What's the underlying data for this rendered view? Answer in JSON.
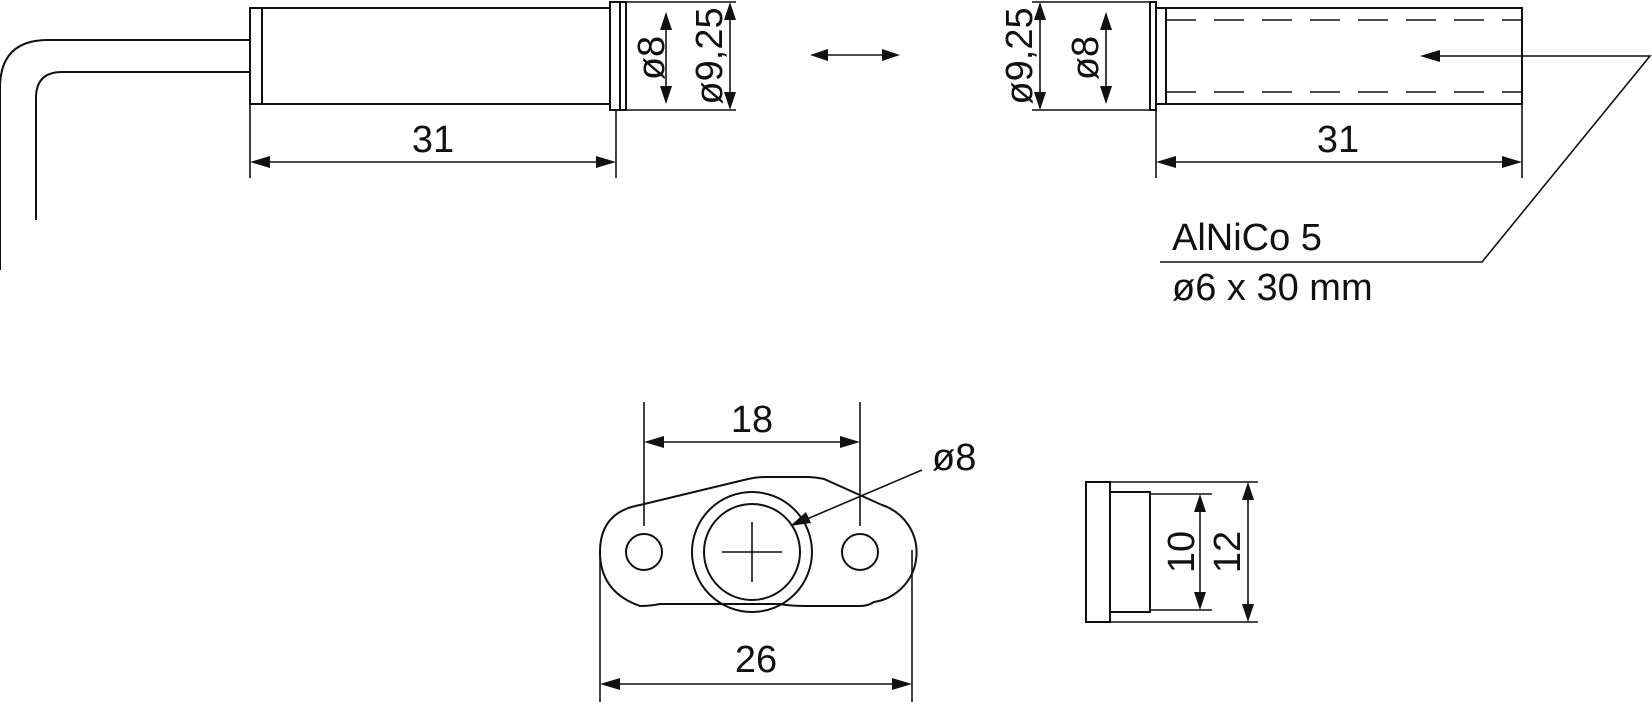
{
  "sensor": {
    "length_label": "31",
    "inner_diameter_label": "ø8",
    "outer_diameter_label": "ø9,25"
  },
  "magnet_holder": {
    "length_label": "31",
    "inner_diameter_label": "ø8",
    "outer_diameter_label": "ø9,25"
  },
  "magnet_note": {
    "material": "AlNiCo 5",
    "size": "ø6 x 30 mm"
  },
  "flange": {
    "hole_spacing_label": "18",
    "width_label": "26",
    "bore_label": "ø8"
  },
  "side_view": {
    "inner_height_label": "10",
    "outer_height_label": "12"
  }
}
